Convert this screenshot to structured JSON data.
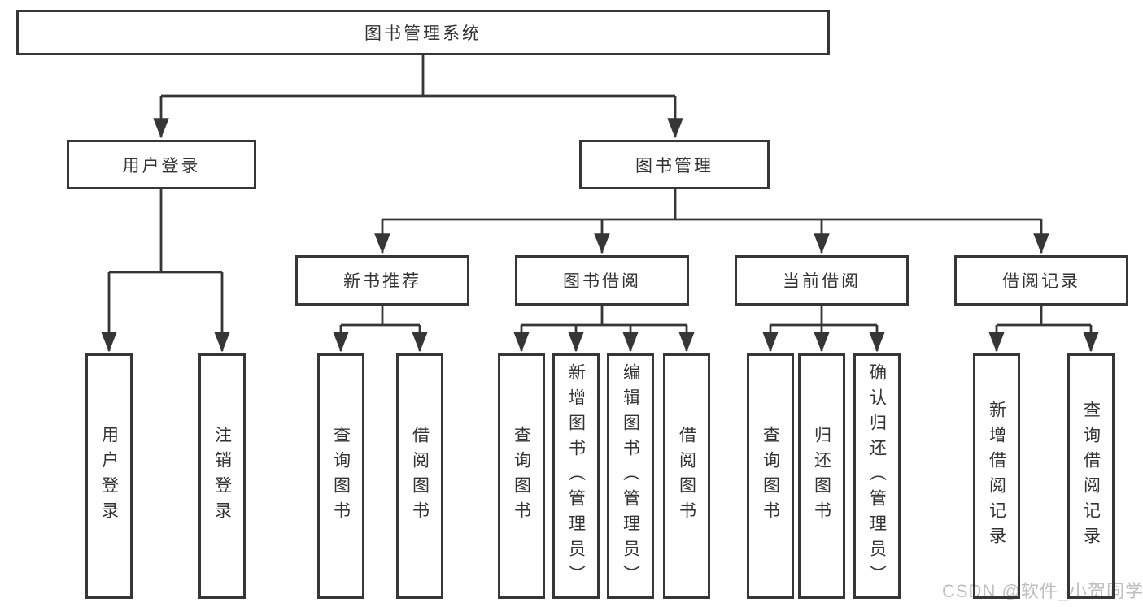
{
  "diagram": {
    "root": "图书管理系统",
    "user_login": {
      "label": "用户登录",
      "children": [
        "用户登录",
        "注销登录"
      ]
    },
    "book_management": {
      "label": "图书管理",
      "sections": {
        "new_book": {
          "label": "新书推荐",
          "children": [
            "查询图书",
            "借阅图书"
          ]
        },
        "book_borrow": {
          "label": "图书借阅",
          "children": [
            "查询图书",
            "新增图书（管理员）",
            "编辑图书（管理员）",
            "借阅图书"
          ]
        },
        "current_borrow": {
          "label": "当前借阅",
          "children": [
            "查询图书",
            "归还图书",
            "确认归还（管理员）"
          ]
        },
        "borrow_records": {
          "label": "借阅记录",
          "children": [
            "新增借阅记录",
            "查询借阅记录"
          ]
        }
      }
    }
  },
  "watermark": {
    "text": "CSDN @软件_小贺同学"
  },
  "colors": {
    "line": "#363636",
    "text": "#333333",
    "watermark": "#bfbfbf",
    "background": "#ffffff"
  }
}
